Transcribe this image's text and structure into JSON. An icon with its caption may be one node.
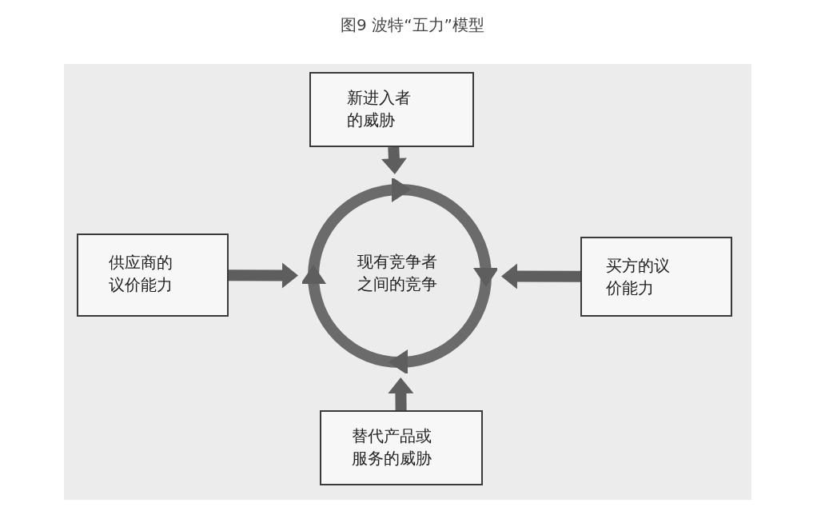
{
  "diagram": {
    "title": "图9 波特“五力”模型",
    "nodes": [
      {
        "text": [
          "新进入者的威胁"
        ]
      },
      {
        "text": [
          "供应商的议价能力"
        ]
      },
      {
        "text": [
          "现有竞争者之间的竞争"
        ]
      },
      {
        "text": [
          "买方的议价能力"
        ]
      },
      {
        "text": [
          "替代产品或服务的威胁"
        ]
      }
    ],
    "edges": [
      {
        "from": 0,
        "to": 2,
        "arrow": "to",
        "style": "thick"
      },
      {
        "from": 1,
        "to": 2,
        "arrow": "to",
        "style": "thick"
      },
      {
        "from": 3,
        "to": 2,
        "arrow": "to",
        "style": "thick"
      },
      {
        "from": 4,
        "to": 2,
        "arrow": "to",
        "style": "thick"
      }
    ]
  }
}
